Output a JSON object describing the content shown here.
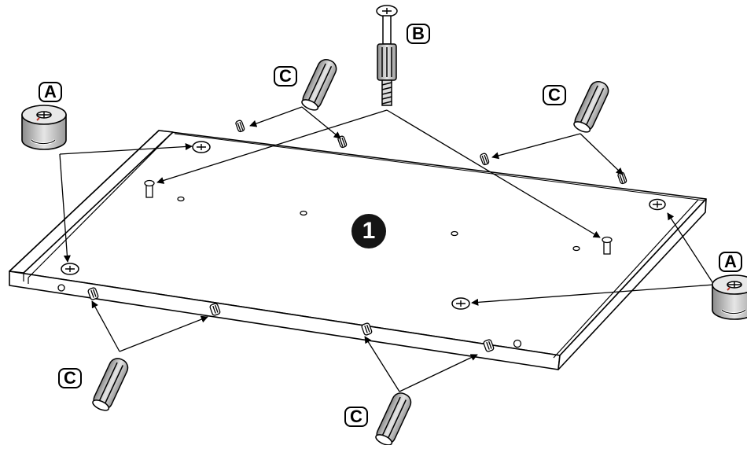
{
  "step": {
    "number": "1"
  },
  "labels": {
    "cam_lock": "A",
    "bolt": "B",
    "dowel": "C"
  },
  "colors": {
    "line": "#000000",
    "panel": "#ffffff",
    "part_fill": "#d9d9d9",
    "step_fill": "#151515",
    "accent": "#c0392b"
  },
  "icons": {
    "cam_lock": "cam-lock-icon",
    "bolt": "cam-bolt-icon",
    "dowel": "wooden-dowel-icon"
  }
}
